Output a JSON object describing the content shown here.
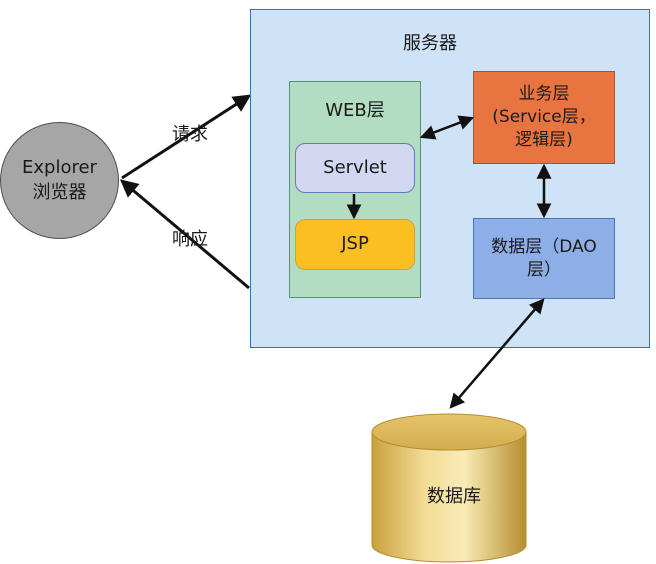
{
  "server": {
    "title": "服务器"
  },
  "browser": {
    "line1": "Explorer",
    "line2": "浏览器"
  },
  "arrows": {
    "request": "请求",
    "response": "响应"
  },
  "web_layer": {
    "title": "WEB层",
    "servlet": "Servlet",
    "jsp": "JSP"
  },
  "service_layer": {
    "line1": "业务层",
    "line2": "(Service层，",
    "line3": "逻辑层)"
  },
  "dao_layer": {
    "line1": "数据层（DAO",
    "line2": "层）"
  },
  "database": {
    "label": "数据库"
  },
  "colors": {
    "server_bg": "#cfe3f6",
    "web_bg": "#b3ddc3",
    "servlet_bg": "#d2d8f2",
    "jsp_bg": "#fbbf22",
    "service_bg": "#e8743f",
    "dao_bg": "#8daee6",
    "browser_bg": "#a6a6a6",
    "database_gold": "#d8b052"
  }
}
